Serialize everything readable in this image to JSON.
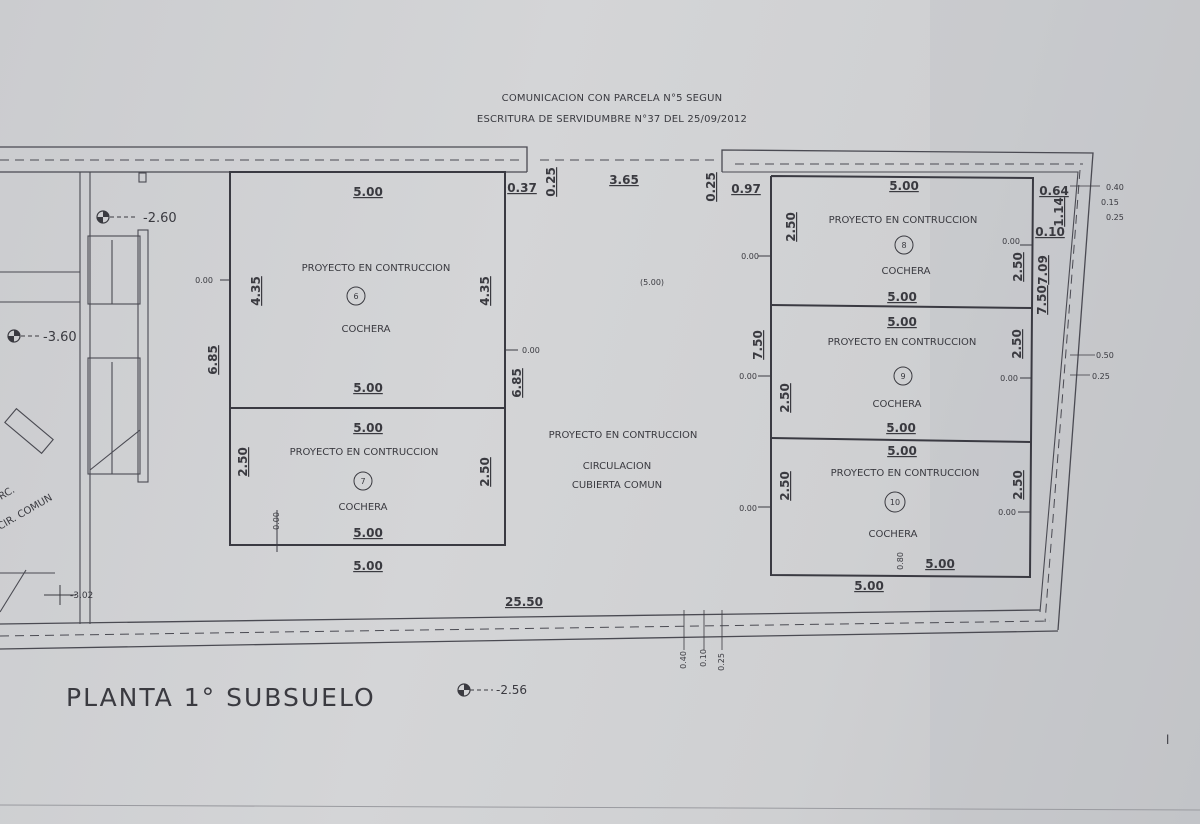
{
  "header": {
    "line1": "COMUNICACION CON PARCELA N°5 SEGUN",
    "line2": "ESCRITURA DE SERVIDUMBRE N°37 DEL 25/09/2012"
  },
  "title": "PLANTA 1° SUBSUELO",
  "title_level": "-2.56",
  "left_levels": {
    "top": "-2.60",
    "mid": "-3.60",
    "bottom": "-3.02"
  },
  "left_labels": {
    "circ_common_a": "RC.",
    "circ_common_b": "CIR. COMUN"
  },
  "dims": {
    "top_left_gap": "0.37",
    "top_left_vertical": "0.25",
    "top_center": "3.65",
    "top_right_vertical": "0.25",
    "top_right_gap": "0.97",
    "center_note": "(5.00)",
    "total_width": "25.50",
    "center_level": "0.00",
    "bottom_dims": [
      "0.40",
      "0.10",
      "0.25"
    ],
    "right_edge_top": [
      "0.40",
      "0.15",
      "0.25"
    ],
    "right_edge_mid": [
      "0.50",
      "0.25"
    ],
    "left_group_height": "6.85",
    "left_group_height_inner": "6.85",
    "right_group_width_a": "7.50",
    "right_group_width_b": "7.50",
    "right_group_height": "7.09",
    "right_small_a": "0.64",
    "right_small_b": "1.14",
    "right_small_c": "0.10"
  },
  "circulation": {
    "label": "PROYECTO EN CONTRUCCION",
    "name_line1": "CIRCULACION",
    "name_line2": "CUBIERTA COMUN"
  },
  "garages": [
    {
      "number": "6",
      "project": "PROYECTO EN CONTRUCCION",
      "type": "COCHERA",
      "top": "5.00",
      "bottom": "5.00",
      "left": "4.35",
      "right": "4.35",
      "level": "0.00"
    },
    {
      "number": "7",
      "project": "PROYECTO EN CONTRUCCION",
      "type": "COCHERA",
      "top": "5.00",
      "bottom": "5.00",
      "left": "2.50",
      "right": "2.50",
      "level": "0.00",
      "outer_bottom": "5.00"
    },
    {
      "number": "8",
      "project": "PROYECTO EN CONTRUCCION",
      "type": "COCHERA",
      "top": "5.00",
      "bottom": "5.00",
      "left": "2.50",
      "right": "2.50",
      "level": "0.00",
      "level_right": "0.00"
    },
    {
      "number": "9",
      "project": "PROYECTO EN CONTRUCCION",
      "type": "COCHERA",
      "top": "5.00",
      "bottom": "5.00",
      "left": "2.50",
      "right": "2.50",
      "level": "0.00",
      "level_right": "0.00"
    },
    {
      "number": "10",
      "project": "PROYECTO EN CONTRUCCION",
      "type": "COCHERA",
      "top": "5.00",
      "bottom": "5.00",
      "left": "2.50",
      "right": "2.50",
      "level": "0.00",
      "level_right": "0.00",
      "outer_bottom": "5.00",
      "small": "0.80"
    }
  ],
  "corner_mark": "l"
}
